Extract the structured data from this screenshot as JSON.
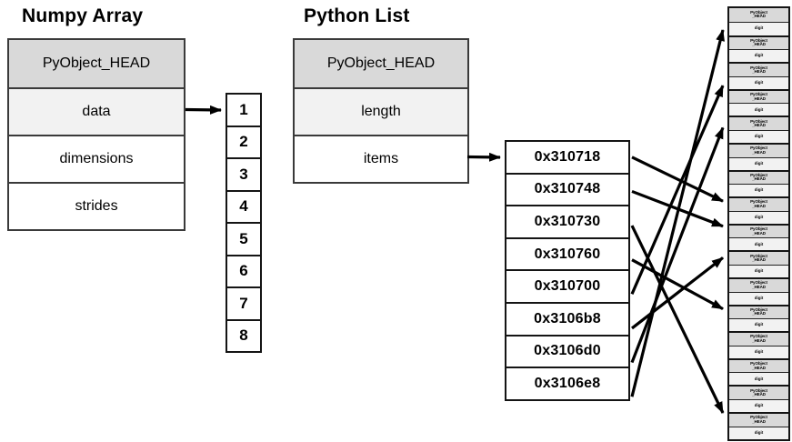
{
  "numpy_array": {
    "title": "Numpy Array",
    "struct_rows": [
      {
        "label": "PyObject_HEAD",
        "fill": "header"
      },
      {
        "label": "data",
        "fill": "light",
        "pointer": true
      },
      {
        "label": "dimensions",
        "fill": "white"
      },
      {
        "label": "strides",
        "fill": "white"
      }
    ],
    "buffer_values": [
      "1",
      "2",
      "3",
      "4",
      "5",
      "6",
      "7",
      "8"
    ]
  },
  "python_list": {
    "title": "Python List",
    "struct_rows": [
      {
        "label": "PyObject_HEAD",
        "fill": "header"
      },
      {
        "label": "length",
        "fill": "light"
      },
      {
        "label": "items",
        "fill": "white",
        "pointer": true
      }
    ],
    "item_addresses": [
      {
        "label": "0x310718",
        "target_object": 8
      },
      {
        "label": "0x310748",
        "target_object": 9
      },
      {
        "label": "0x310730",
        "target_object": 16
      },
      {
        "label": "0x310760",
        "target_object": 12
      },
      {
        "label": "0x310700",
        "target_object": 3
      },
      {
        "label": "0x3106b8",
        "target_object": 10
      },
      {
        "label": "0x3106d0",
        "target_object": 5
      },
      {
        "label": "0x3106e8",
        "target_object": 1
      }
    ]
  },
  "heap_objects": {
    "count": 16,
    "head_label": "PyObject_HEAD",
    "value_label": "digit"
  },
  "colors": {
    "header_fill": "#d9d9d9",
    "light_fill": "#f2f2f2",
    "white_fill": "#ffffff",
    "border_color": "#3a3a3a",
    "line_color": "#000000",
    "background": "#ffffff"
  }
}
